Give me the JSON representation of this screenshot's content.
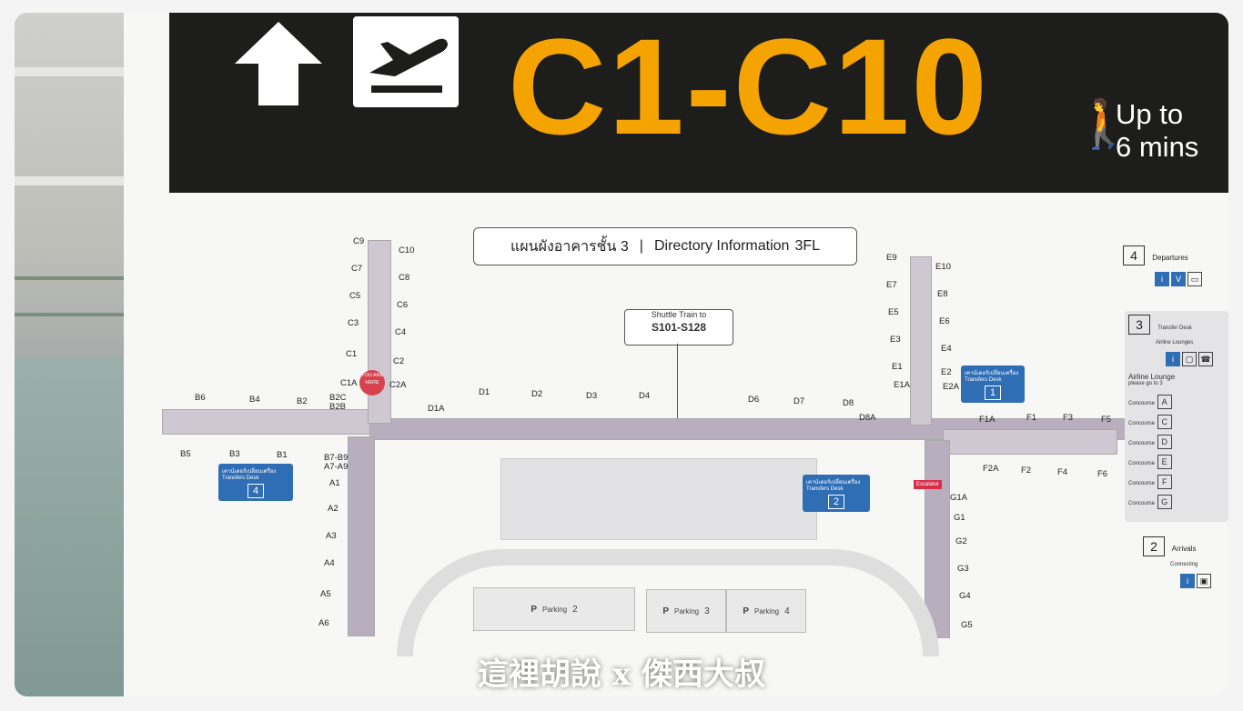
{
  "header": {
    "gates": "C1-C10",
    "walk_line1": "Up to",
    "walk_line2": "6 mins"
  },
  "directory": {
    "thai": "แผนผังอาคารชั้น 3",
    "separator": "|",
    "english": "Directory Information",
    "floor": "3FL"
  },
  "shuttle": {
    "label": "Shuttle Train to",
    "range": "S101-S128"
  },
  "you_are_here": "YOU ARE HERE",
  "gates": {
    "B": [
      "B6",
      "B4",
      "B2",
      "B2C",
      "B2B",
      "B5",
      "B3",
      "B1"
    ],
    "C": [
      "C9",
      "C10",
      "C7",
      "C8",
      "C5",
      "C6",
      "C3",
      "C4",
      "C1",
      "C2",
      "C1A",
      "C2A"
    ],
    "A": [
      "B7-B9",
      "A7-A9",
      "A1",
      "A2",
      "A3",
      "A4",
      "A5",
      "A6"
    ],
    "D": [
      "D1A",
      "D1",
      "D2",
      "D3",
      "D4",
      "D6",
      "D7",
      "D8",
      "D8A"
    ],
    "E": [
      "E9",
      "E10",
      "E7",
      "E8",
      "E5",
      "E6",
      "E3",
      "E4",
      "E1",
      "E2",
      "E1A",
      "E2A"
    ],
    "F": [
      "F1A",
      "F1",
      "F3",
      "F5",
      "F2A",
      "F2",
      "F4",
      "F6"
    ],
    "G": [
      "G1A",
      "G1",
      "G2",
      "G3",
      "G4",
      "G5"
    ]
  },
  "transfer_desks": [
    {
      "thai": "เคาน์เตอร์เปลี่ยนเครื่อง",
      "label": "Transfers Desk",
      "num": "1"
    },
    {
      "thai": "เคาน์เตอร์เปลี่ยนเครื่อง",
      "label": "Transfers Desk",
      "num": "2"
    },
    {
      "thai": "เคาน์เตอร์เปลี่ยนเครื่อง",
      "label": "Transfers Desk",
      "num": "4"
    }
  ],
  "parking": [
    {
      "label": "Parking",
      "num": "2"
    },
    {
      "label": "Parking",
      "num": "3"
    },
    {
      "label": "Parking",
      "num": "4"
    }
  ],
  "legend": {
    "l4": "4",
    "l4_title": "Departures",
    "l3": "3",
    "l3_transfer": "Transfer Desk",
    "l3_lounges": "Airline Lounges",
    "lounge_title": "Airline Lounge",
    "lounge_note": "please go to 3",
    "concourses": [
      {
        "label": "Concourse",
        "letter": "A"
      },
      {
        "label": "Concourse",
        "letter": "C"
      },
      {
        "label": "Concourse",
        "letter": "D"
      },
      {
        "label": "Concourse",
        "letter": "E"
      },
      {
        "label": "Concourse",
        "letter": "F"
      },
      {
        "label": "Concourse",
        "letter": "G"
      }
    ],
    "l2": "2",
    "l2_title": "Arrivals",
    "l2_connect": "Connecting"
  },
  "escalator": "Escalator",
  "caption": "這裡胡說 x 傑西大叔",
  "colors": {
    "header_bg": "#1d1d1b",
    "gate_text": "#f5a300",
    "desk_blue": "#2f6db5",
    "you_red": "#d6434f",
    "corridor": "#cfc8d2"
  }
}
